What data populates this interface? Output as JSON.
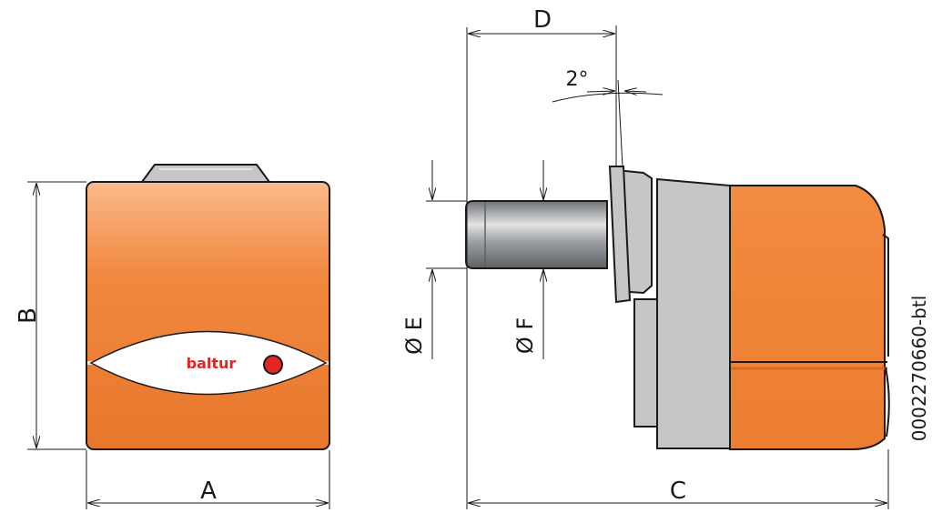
{
  "dimensions": {
    "A": "A",
    "B": "B",
    "C": "C",
    "D": "D",
    "E": "Ø E",
    "F": "Ø F",
    "angle": "2°"
  },
  "brand": {
    "logo_text": "baltur"
  },
  "drawing_code": "0002270660-btl",
  "colors": {
    "body_orange": "#f0883e",
    "body_shadow": "#d96c22",
    "grey_part": "#c4c6c8",
    "tube_grey": "#8f9296",
    "logo_red": "#e62424",
    "line": "#1a1a1a"
  }
}
